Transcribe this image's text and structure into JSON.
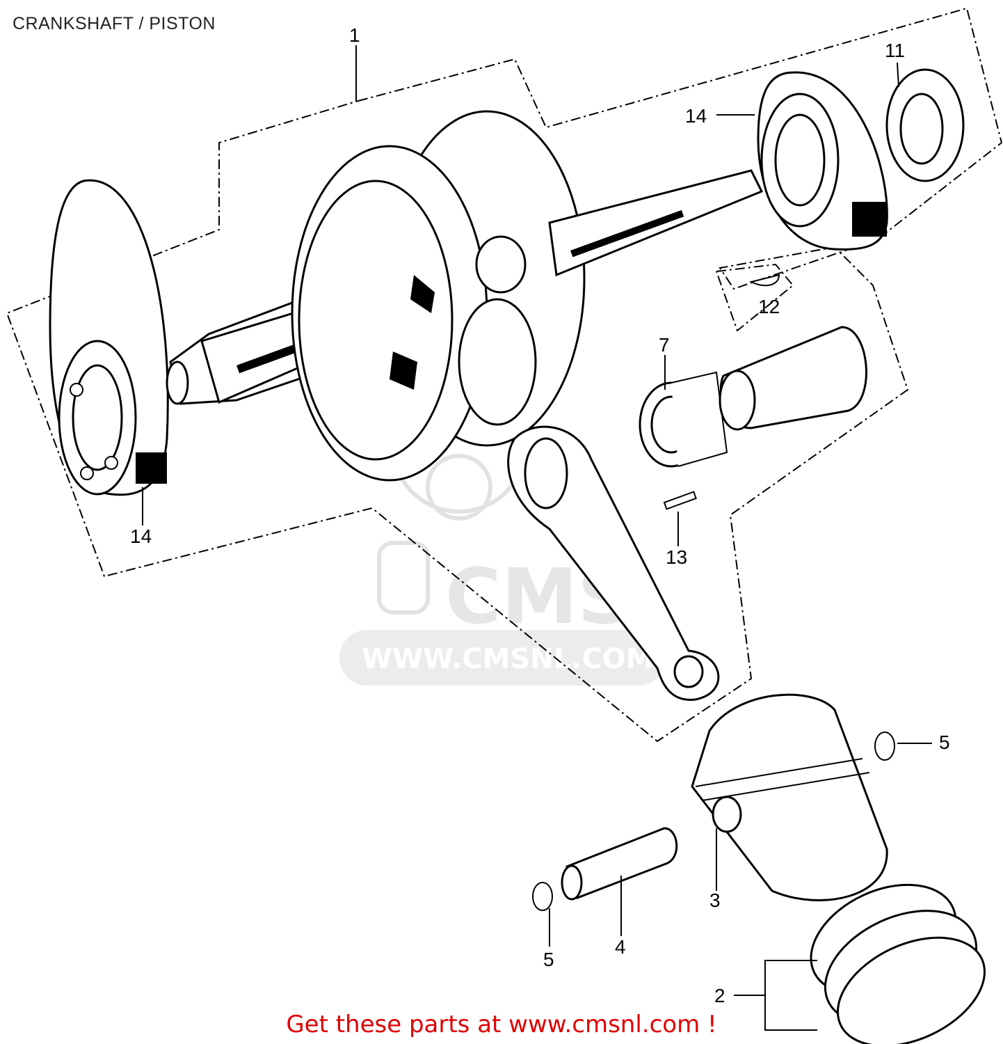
{
  "title": "CRANKSHAFT / PISTON",
  "watermark": {
    "brand": "CMS",
    "url": "WWW.CMSNL.COM"
  },
  "footer": {
    "link_text": "Get these parts at www.cmsnl.com !",
    "color": "#e00000"
  },
  "callouts": {
    "c1": "1",
    "c2": "2",
    "c3": "3",
    "c4": "4",
    "c5a": "5",
    "c5b": "5",
    "c7": "7",
    "c11": "11",
    "c12": "12",
    "c13": "13",
    "c14a": "14",
    "c14b": "14"
  }
}
